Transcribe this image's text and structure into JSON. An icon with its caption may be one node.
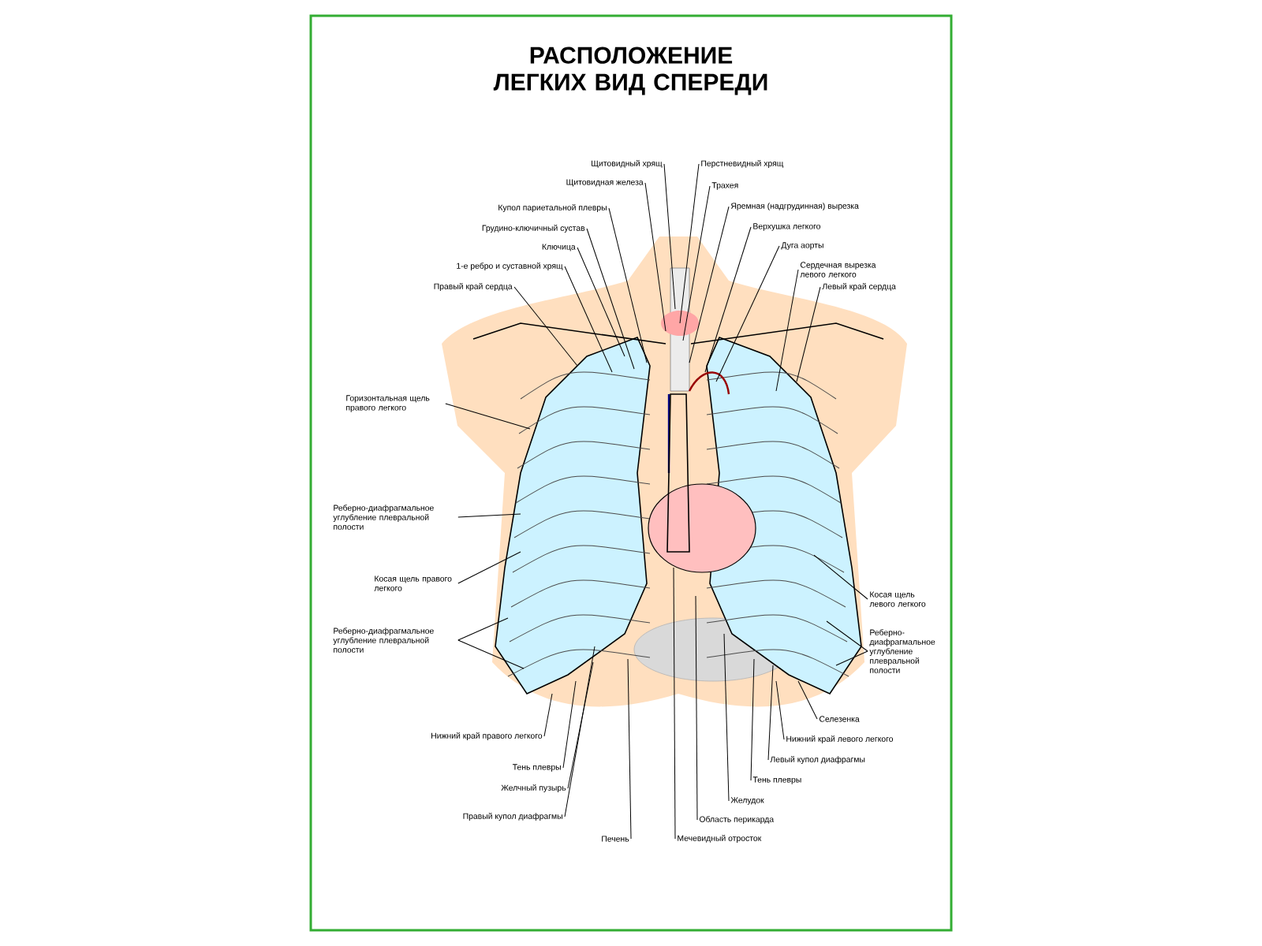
{
  "diagram": {
    "title": "РАСПОЛОЖЕНИЕ ЛЕГКИХ ВИД СПЕРЕДИ",
    "nodes": [
      {
        "text": [
          "Щитовидный хрящ"
        ]
      },
      {
        "text": [
          "Щитовидная железа"
        ]
      },
      {
        "text": [
          "Купол париетальной плевры"
        ]
      },
      {
        "text": [
          "Грудино-ключичный сустав"
        ]
      },
      {
        "text": [
          "Ключица"
        ]
      },
      {
        "text": [
          "1-е ребро и суставной хрящ"
        ]
      },
      {
        "text": [
          "Правый край сердца"
        ]
      },
      {
        "text": [
          "Перстневидный хрящ"
        ]
      },
      {
        "text": [
          "Трахея"
        ]
      },
      {
        "text": [
          "Яремная (надгрудинная) вырезка"
        ]
      },
      {
        "text": [
          "Верхушка легкого"
        ]
      },
      {
        "text": [
          "Дуга аорты"
        ]
      },
      {
        "text": [
          "Сердечная вырезка левого легкого"
        ]
      },
      {
        "text": [
          "Левый край сердца"
        ]
      },
      {
        "text": [
          "Горизонтальная щель правого легкого"
        ]
      },
      {
        "text": [
          "Реберно-диафрагмальное углубление плевральной полости"
        ]
      },
      {
        "text": [
          "Косая щель правого легкого"
        ]
      },
      {
        "text": [
          "Реберно-диафрагмальное углубление плевральной полости"
        ]
      },
      {
        "text": [
          "Косая щель левого легкого"
        ]
      },
      {
        "text": [
          "Реберно-диафрагмальное углубление плевральной полости"
        ]
      },
      {
        "text": [
          "Селезенка"
        ]
      },
      {
        "text": [
          "Нижний край левого легкого"
        ]
      },
      {
        "text": [
          "Левый купол диафрагмы"
        ]
      },
      {
        "text": [
          "Тень плевры"
        ]
      },
      {
        "text": [
          "Желудок"
        ]
      },
      {
        "text": [
          "Область перикарда"
        ]
      },
      {
        "text": [
          "Мечевидный отросток"
        ]
      },
      {
        "text": [
          "Печень"
        ]
      },
      {
        "text": [
          "Правый купол диафрагмы"
        ]
      },
      {
        "text": [
          "Желчный пузырь"
        ]
      },
      {
        "text": [
          "Тень плевры"
        ]
      },
      {
        "text": [
          "Нижний край правого легкого"
        ]
      }
    ],
    "edges": [
      {
        "from": 0,
        "to": null,
        "arrow": "none"
      },
      {
        "from": 1,
        "to": null,
        "arrow": "none"
      },
      {
        "from": 2,
        "to": null,
        "arrow": "none"
      },
      {
        "from": 3,
        "to": null,
        "arrow": "none"
      },
      {
        "from": 4,
        "to": null,
        "arrow": "none"
      },
      {
        "from": 5,
        "to": null,
        "arrow": "none"
      },
      {
        "from": 6,
        "to": null,
        "arrow": "none"
      },
      {
        "from": 7,
        "to": null,
        "arrow": "none"
      },
      {
        "from": 8,
        "to": null,
        "arrow": "none"
      },
      {
        "from": 9,
        "to": null,
        "arrow": "none"
      },
      {
        "from": 10,
        "to": null,
        "arrow": "none"
      },
      {
        "from": 11,
        "to": null,
        "arrow": "none"
      },
      {
        "from": 12,
        "to": null,
        "arrow": "none"
      },
      {
        "from": 13,
        "to": null,
        "arrow": "none"
      },
      {
        "from": 14,
        "to": null,
        "arrow": "none"
      },
      {
        "from": 15,
        "to": null,
        "arrow": "none"
      },
      {
        "from": 16,
        "to": null,
        "arrow": "none"
      },
      {
        "from": 17,
        "to": null,
        "arrow": "none"
      },
      {
        "from": 17,
        "to": null,
        "arrow": "none"
      },
      {
        "from": 18,
        "to": null,
        "arrow": "none"
      },
      {
        "from": 19,
        "to": null,
        "arrow": "none"
      },
      {
        "from": 19,
        "to": null,
        "arrow": "none"
      },
      {
        "from": 20,
        "to": null,
        "arrow": "none"
      },
      {
        "from": 21,
        "to": null,
        "arrow": "none"
      },
      {
        "from": 22,
        "to": null,
        "arrow": "none"
      },
      {
        "from": 23,
        "to": null,
        "arrow": "none"
      },
      {
        "from": 24,
        "to": null,
        "arrow": "none"
      },
      {
        "from": 25,
        "to": null,
        "arrow": "none"
      },
      {
        "from": 26,
        "to": null,
        "arrow": "none"
      },
      {
        "from": 27,
        "to": null,
        "arrow": "none"
      },
      {
        "from": 28,
        "to": null,
        "arrow": "none"
      },
      {
        "from": 29,
        "to": null,
        "arrow": "none"
      },
      {
        "from": 30,
        "to": null,
        "arrow": "none"
      },
      {
        "from": 31,
        "to": null,
        "arrow": "none"
      }
    ]
  }
}
